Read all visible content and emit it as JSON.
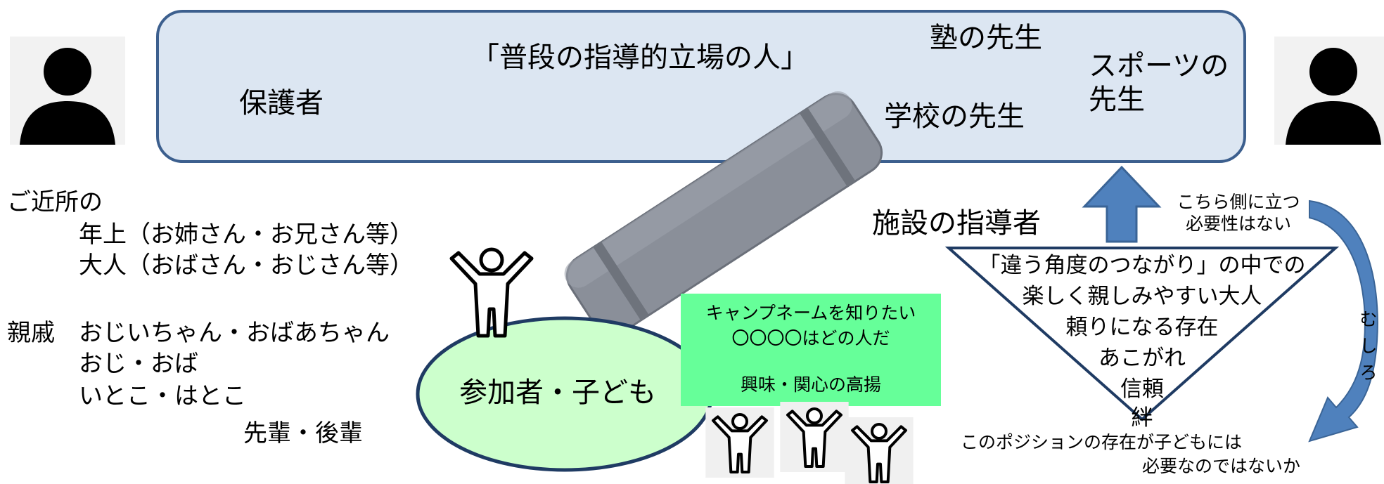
{
  "top_box": {
    "heading": "「普段の指導的立場の人」",
    "guardian": "保護者",
    "cram_teacher": "塾の先生",
    "school_teacher": "学校の先生",
    "sports_teacher_line1": "スポーツの",
    "sports_teacher_line2": "先生"
  },
  "neighbors": {
    "title": "ご近所の",
    "line1": "年上（お姉さん・お兄さん等）",
    "line2": "大人（おばさん・おじさん等）"
  },
  "relatives": {
    "title": "親戚",
    "line1": "おじいちゃん・おばあちゃん",
    "line2": "おじ・おば",
    "line3": "いとこ・はとこ",
    "line4": "先輩・後輩"
  },
  "participant_label": "参加者・子ども",
  "green_box": {
    "line1": "キャンプネームを知りたい",
    "line2": "〇〇〇〇はどの人だ",
    "line3": "興味・関心の高揚"
  },
  "facility_leader": "施設の指導者",
  "arrow_note": {
    "line1": "こちら側に立つ",
    "line2": "必要性はない"
  },
  "triangle": {
    "line1": "「違う角度のつながり」の中での",
    "line2": "楽しく親しみやすい大人",
    "line3": "頼りになる存在",
    "line4": "あこがれ",
    "line5": "信頼",
    "line6": "絆"
  },
  "rather_label": [
    "む",
    "し",
    "ろ"
  ],
  "bottom_note": {
    "line1": "このポジションの存在が子どもには",
    "line2": "必要なのではないか"
  },
  "colors": {
    "top_box_fill": "#dce6f2",
    "top_box_stroke": "#3c5f8e",
    "ellipse_fill": "#ccffcc",
    "ellipse_stroke": "#1f3b63",
    "green_box_fill": "#66ff99",
    "arrow_fill": "#4f81bd",
    "seesaw_fill": "#8a8f99"
  },
  "icons": [
    "person-silhouette-icon",
    "child-figure-icon",
    "seesaw-plank-icon",
    "up-arrow-icon",
    "curved-arrow-icon"
  ]
}
